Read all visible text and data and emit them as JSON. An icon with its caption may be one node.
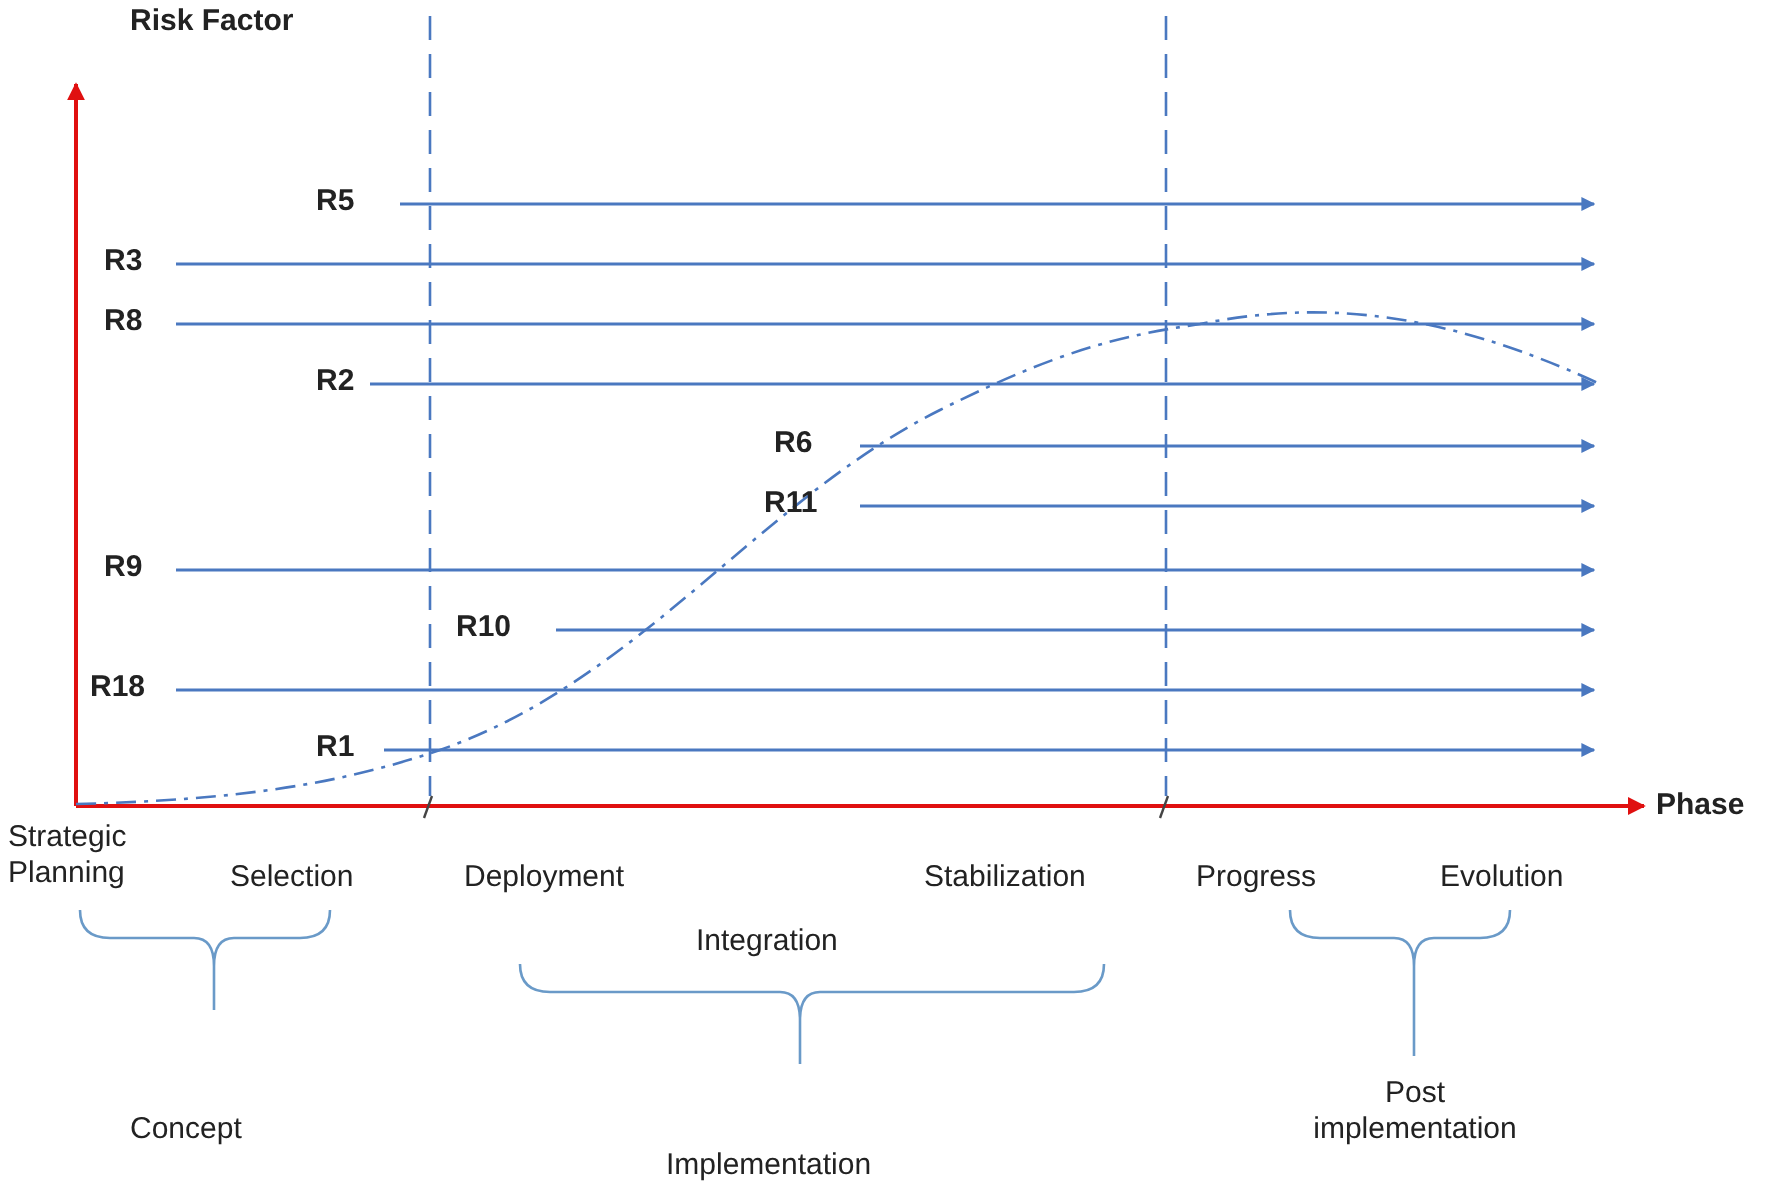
{
  "diagram": {
    "nodes": [
      {
        "text": [
          "R5"
        ]
      },
      {
        "text": [
          "R3"
        ]
      },
      {
        "text": [
          "R8"
        ]
      },
      {
        "text": [
          "R2"
        ]
      },
      {
        "text": [
          "R6"
        ]
      },
      {
        "text": [
          "R11"
        ]
      },
      {
        "text": [
          "R9"
        ]
      },
      {
        "text": [
          "R10"
        ]
      },
      {
        "text": [
          "R18"
        ]
      },
      {
        "text": [
          "R1"
        ]
      }
    ],
    "edges": [
      {
        "from": 0,
        "to": null,
        "arrow": "to"
      },
      {
        "from": 1,
        "to": null,
        "arrow": "to"
      },
      {
        "from": 2,
        "to": null,
        "arrow": "to"
      },
      {
        "from": 3,
        "to": null,
        "arrow": "to"
      },
      {
        "from": 4,
        "to": null,
        "arrow": "to"
      },
      {
        "from": 5,
        "to": null,
        "arrow": "to"
      },
      {
        "from": 6,
        "to": null,
        "arrow": "to"
      },
      {
        "from": 7,
        "to": null,
        "arrow": "to"
      },
      {
        "from": 8,
        "to": null,
        "arrow": "to"
      },
      {
        "from": 9,
        "to": null,
        "arrow": "to"
      }
    ],
    "labels": [
      "Risk Factor",
      "Phase",
      "Strategic Planning",
      "Selection",
      "Deployment",
      "Integration",
      "Stabilization",
      "Progress",
      "Evolution",
      "Concept",
      "Implementation",
      "Post implementation"
    ]
  }
}
